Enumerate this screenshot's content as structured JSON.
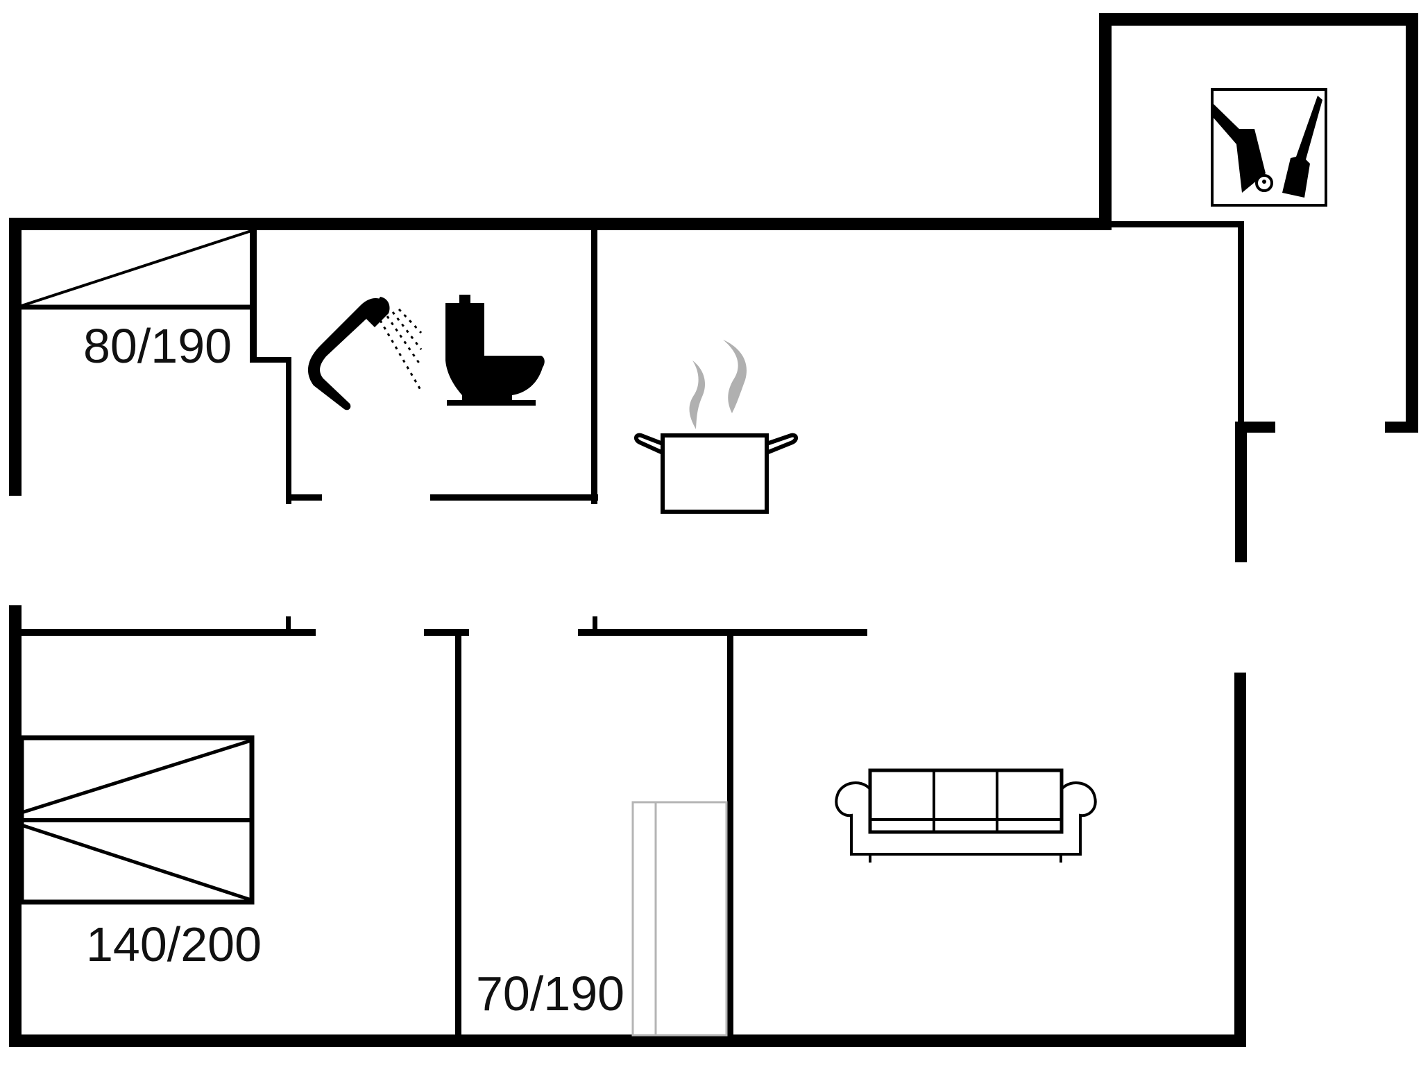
{
  "floorplan": {
    "title": "",
    "colors": {
      "wall": "#000000",
      "background": "#ffffff",
      "steam": "#b0b0b0",
      "cabinet_outline": "#b4b4b4"
    },
    "rooms": [
      {
        "name": "bedroom-single",
        "bed_label": "80/190",
        "icon": "single-bed-icon"
      },
      {
        "name": "bathroom",
        "icons": [
          "shower-icon",
          "toilet-icon"
        ]
      },
      {
        "name": "kitchen",
        "icon": "cooking-pot-icon"
      },
      {
        "name": "utility-room",
        "icon": "cleaning-tools-icon"
      },
      {
        "name": "bedroom-double",
        "bed_label": "140/200",
        "icon": "double-bed-icon"
      },
      {
        "name": "bedroom-small",
        "bed_label": "70/190",
        "icon": "wardrobe-icon"
      },
      {
        "name": "living-room",
        "icon": "sofa-icon"
      },
      {
        "name": "hallway"
      }
    ],
    "labels": {
      "bed_single": "80/190",
      "bed_double": "140/200",
      "bed_small": "70/190"
    }
  }
}
